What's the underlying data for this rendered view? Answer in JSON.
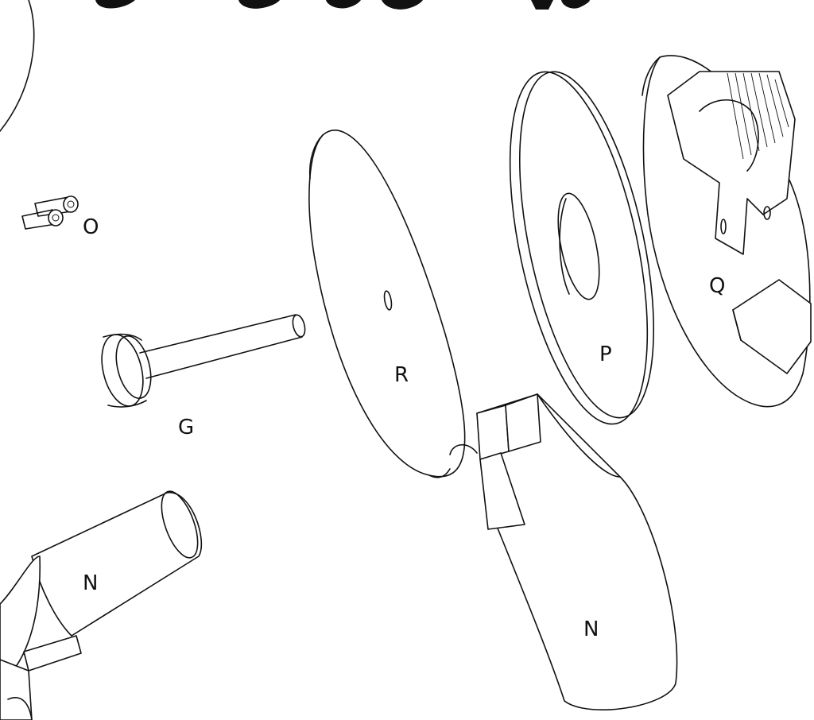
{
  "diagram": {
    "labels": {
      "screws": "O",
      "axle": "G",
      "disc_large": "R",
      "washer": "P",
      "bracket": "Q",
      "arm_lower": "N",
      "arm_left": "N"
    }
  }
}
